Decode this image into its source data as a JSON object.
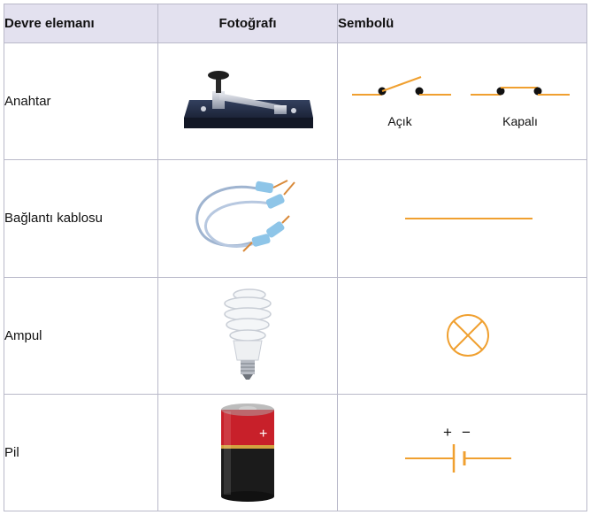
{
  "header": {
    "col1": "Devre elemanı",
    "col2": "Fotoğrafı",
    "col3": "Sembolü"
  },
  "rows": [
    {
      "name": "Anahtar",
      "photo_icon": "knife-switch-photo",
      "symbol_icon": "switch-symbol",
      "symbol_labels": {
        "open": "Açık",
        "closed": "Kapalı"
      }
    },
    {
      "name": "Bağlantı kablosu",
      "photo_icon": "connecting-cable-photo",
      "symbol_icon": "wire-symbol"
    },
    {
      "name": "Ampul",
      "photo_icon": "cfl-bulb-photo",
      "symbol_icon": "lamp-symbol"
    },
    {
      "name": "Pil",
      "photo_icon": "battery-photo",
      "symbol_icon": "battery-symbol",
      "symbol_signs": {
        "plus": "+",
        "minus": "−"
      }
    }
  ],
  "colors": {
    "symbol_stroke": "#f0a030",
    "header_bg": "#e3e1ef",
    "grid": "#b9b9c9"
  }
}
